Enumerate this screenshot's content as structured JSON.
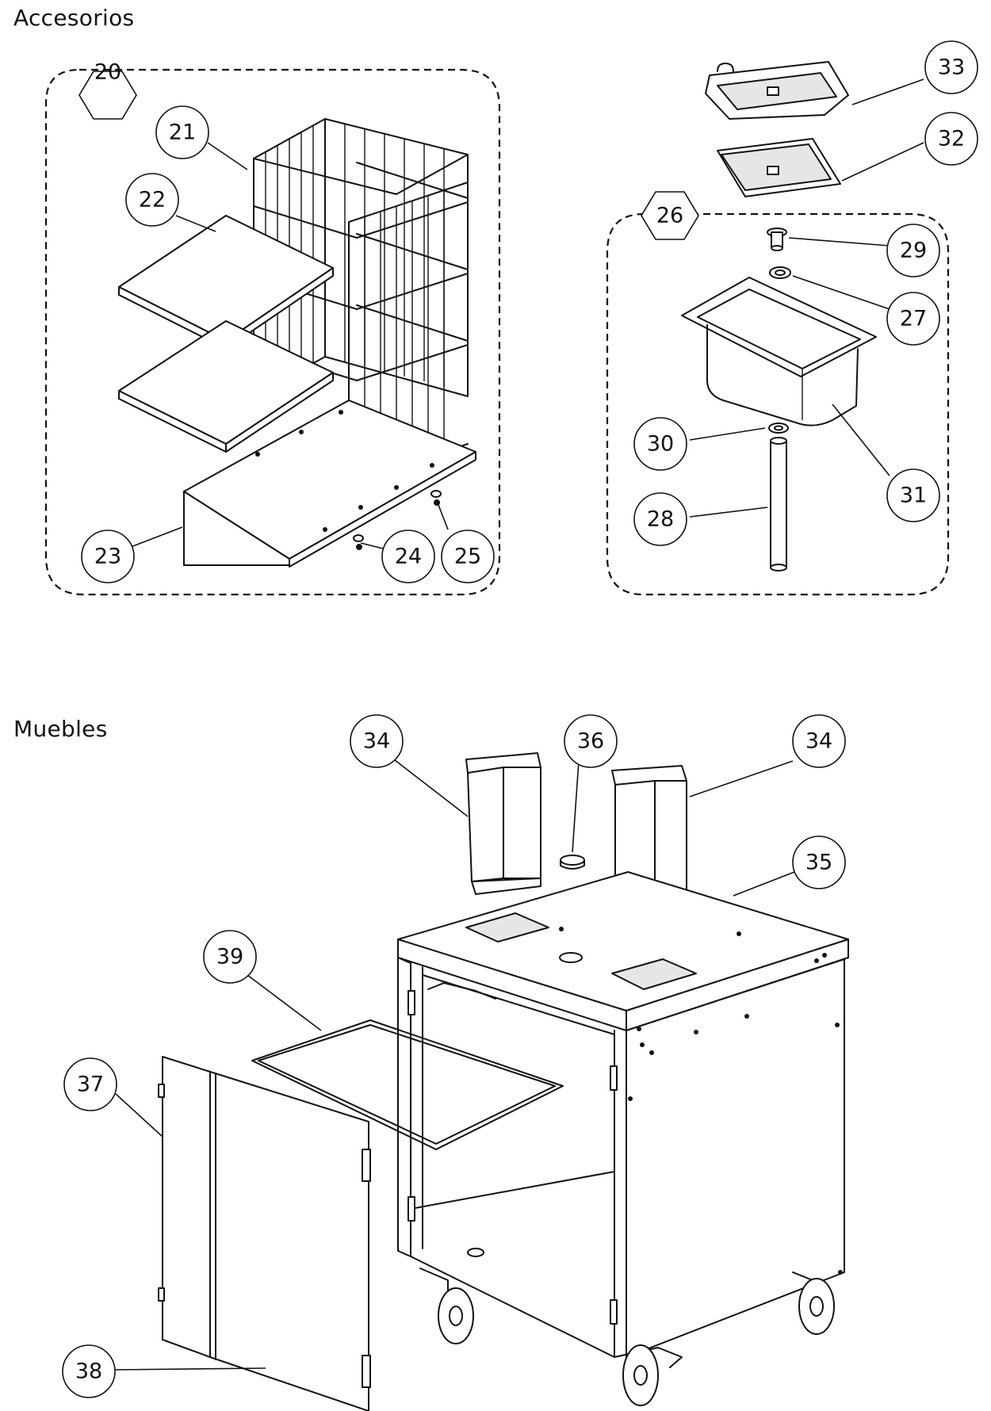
{
  "sections": {
    "accessories_title": "Accesorios",
    "furniture_title": "Muebles"
  },
  "groups": {
    "basket_set": "20",
    "pan_set": "26"
  },
  "callouts": {
    "c21": "21",
    "c22": "22",
    "c23": "23",
    "c24": "24",
    "c25": "25",
    "c27": "27",
    "c28": "28",
    "c29": "29",
    "c30": "30",
    "c31": "31",
    "c32": "32",
    "c33": "33",
    "c34a": "34",
    "c34b": "34",
    "c35": "35",
    "c36": "36",
    "c37": "37",
    "c38": "38",
    "c39": "39"
  }
}
